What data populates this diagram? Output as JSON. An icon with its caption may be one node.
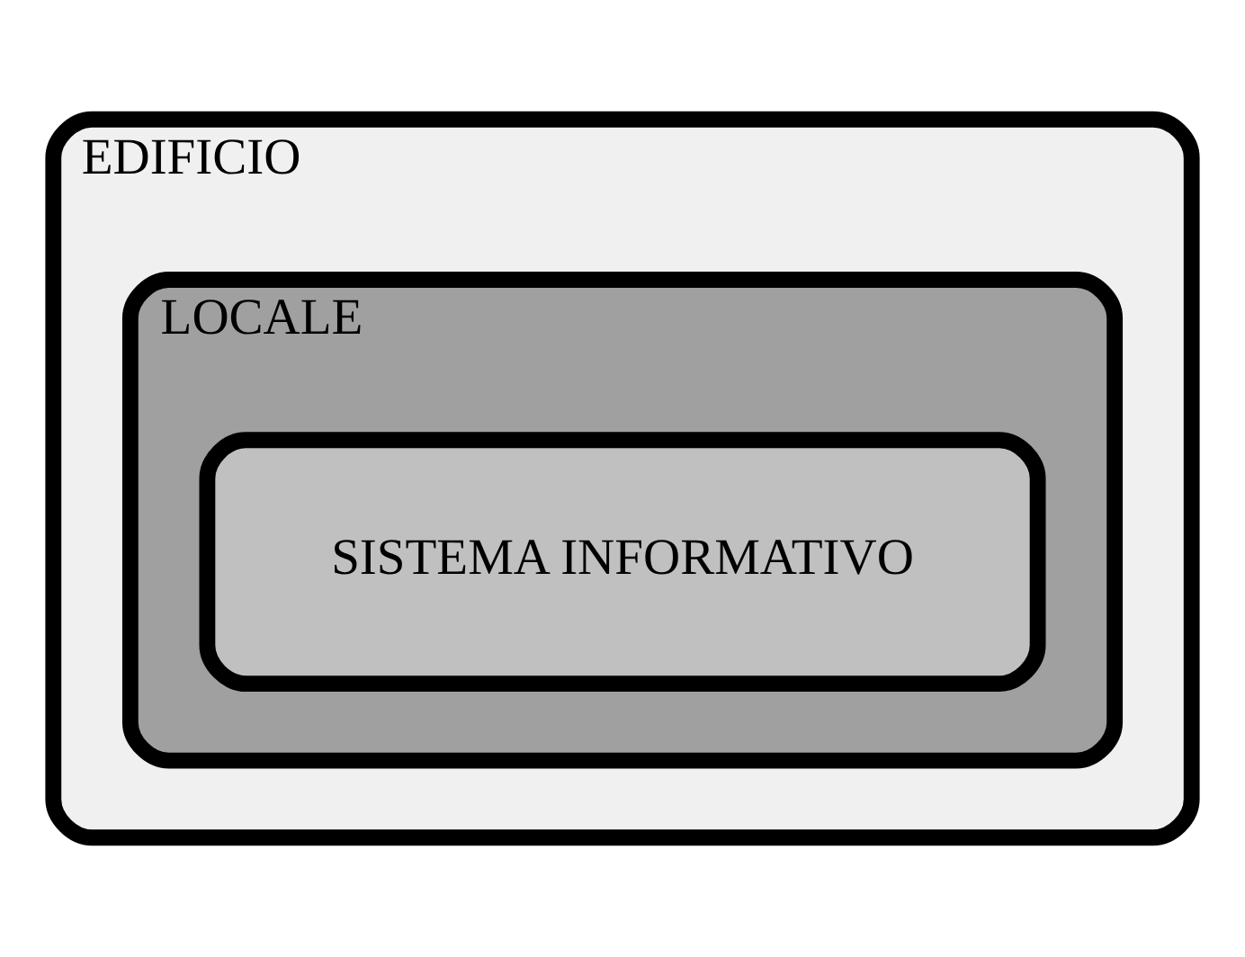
{
  "diagram": {
    "nodes": [
      {
        "text": [
          "EDIFICIO"
        ]
      },
      {
        "text": [
          "LOCALE"
        ],
        "in": 0
      },
      {
        "text": [
          "SISTEMA INFORMATIVO"
        ],
        "in": 1
      }
    ]
  }
}
